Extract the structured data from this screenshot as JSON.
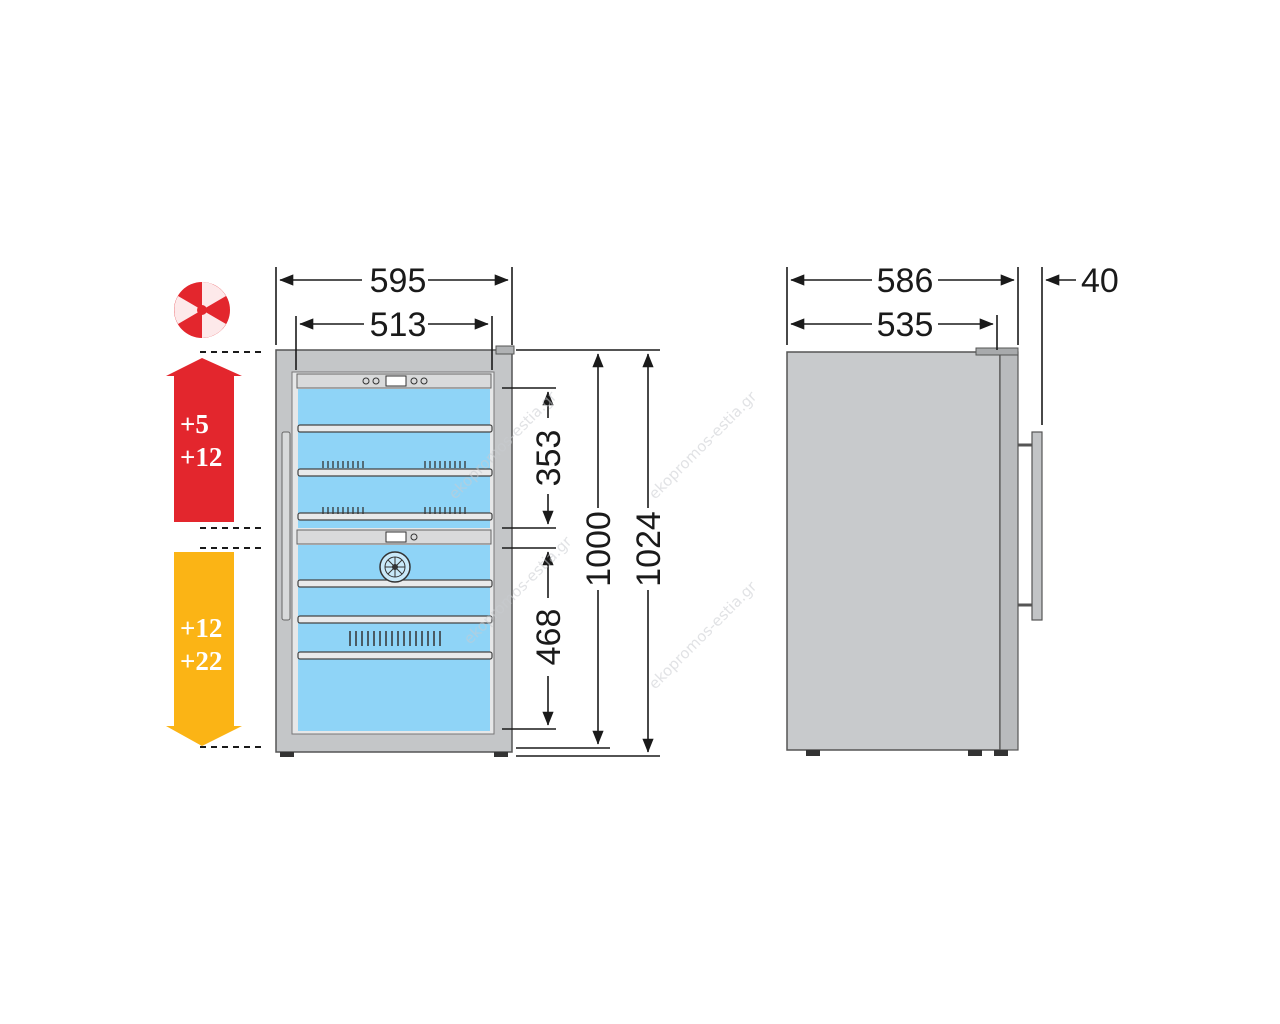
{
  "front_view": {
    "width_outer": "595",
    "width_inner": "513",
    "height_upper_zone": "353",
    "height_lower_zone": "468",
    "height_body": "1000",
    "height_total": "1024"
  },
  "side_view": {
    "depth_total": "586",
    "depth_body": "535",
    "handle_depth": "40"
  },
  "zones": {
    "upper": {
      "line1": "+5",
      "line2": "+12",
      "color": "#e3262d"
    },
    "lower": {
      "line1": "+12",
      "line2": "+22",
      "color": "#fbb415"
    }
  },
  "colors": {
    "glass": "#8fd4f7",
    "cabinet": "#c8cacc",
    "line": "#1a1a1a"
  },
  "icons": [
    "fan-zone-icon",
    "cooling-fan-icon",
    "door-handle-icon"
  ],
  "watermark": "ekopromos-estia.gr"
}
